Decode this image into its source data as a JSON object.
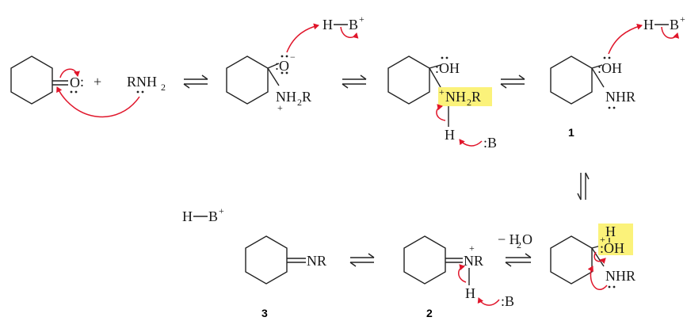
{
  "reagents": {
    "amine": "RNH",
    "amine_sub": "2",
    "acid": "H",
    "acid_charge": "+",
    "acid_B": "B",
    "base": ":B",
    "water": "− H",
    "water_sub": "2",
    "water_O": "O"
  },
  "atoms": {
    "O": "O",
    "O_colon": ":",
    "O_minus": "−",
    "OH": "OH",
    "H": "H",
    "NH2R": "NH",
    "NH2R_sub": "2",
    "R": "R",
    "NHR": "NHR",
    "NR": "NR",
    "plus": "+"
  },
  "labels": {
    "cmpd1": "1",
    "cmpd2": "2",
    "cmpd3": "3"
  },
  "colors": {
    "arrow": "#e0162b",
    "highlight": "#fbf27a",
    "bond": "#222222"
  }
}
